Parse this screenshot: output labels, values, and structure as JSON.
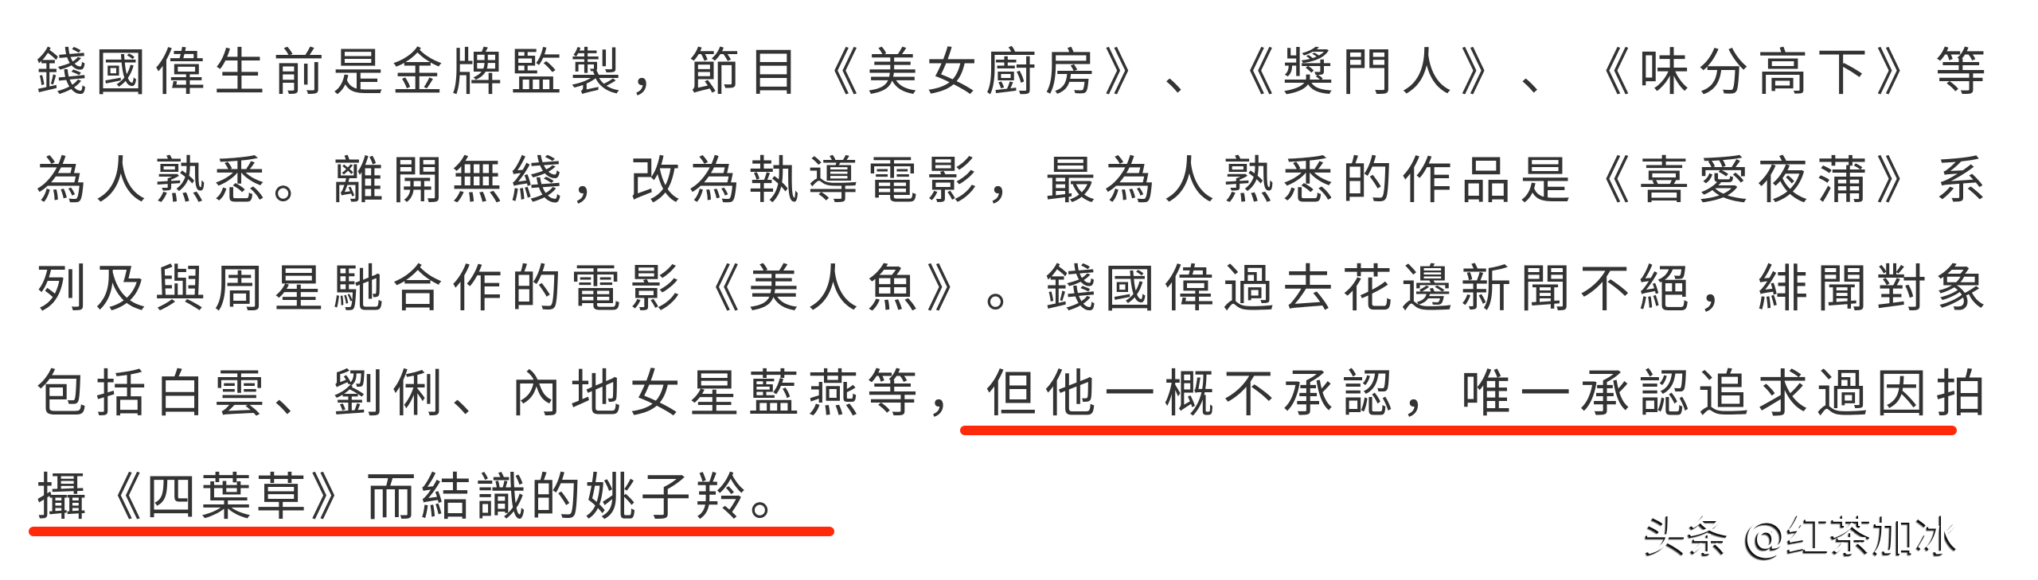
{
  "article": {
    "lines": [
      "錢國偉生前是金牌監製，節目《美女廚房》、《獎門人》、《味分高下》等",
      "為人熟悉。離開無綫，改為執導電影，最為人熟悉的作品是《喜愛夜蒲》系",
      "列及與周星馳合作的電影《美人魚》。錢國偉過去花邊新聞不絕，緋聞對象",
      "包括白雲、劉俐、內地女星藍燕等，但他一概不承認，唯一承認追求過因拍",
      "攝《四葉草》而結識的姚子羚。"
    ],
    "highlighted_text": "但他一概不承認，唯一承認追求過因拍攝《四葉草》而結識的姚子羚"
  },
  "annotations": {
    "underline_color": "#FF2A0A",
    "text_color": "#333333",
    "background_color": "#FFFFFF"
  },
  "watermark": {
    "text": "头条 @红茶加冰"
  }
}
